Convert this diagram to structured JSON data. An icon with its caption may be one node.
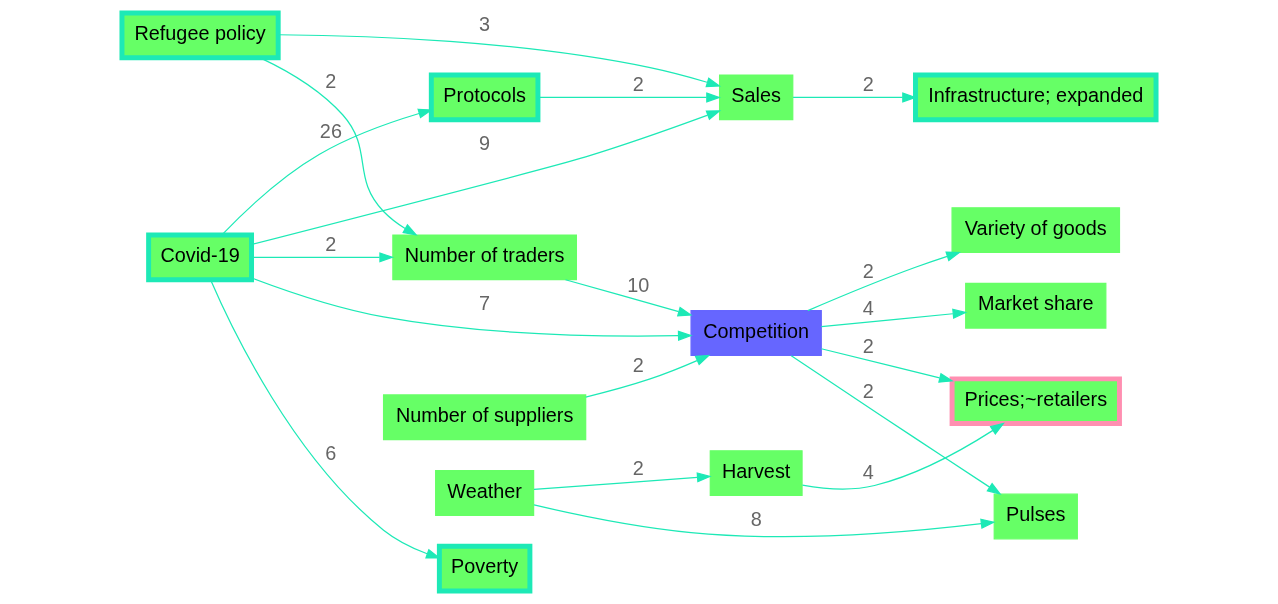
{
  "diagram": {
    "nodes": [
      {
        "text": [
          "Refugee policy"
        ]
      },
      {
        "text": [
          "Sales"
        ]
      },
      {
        "text": [
          "Infrastructure; expanded"
        ]
      },
      {
        "text": [
          "Protocols"
        ]
      },
      {
        "text": [
          "Covid-19"
        ]
      },
      {
        "text": [
          "Number of traders"
        ]
      },
      {
        "text": [
          "Variety of goods"
        ]
      },
      {
        "text": [
          "Number of suppliers"
        ]
      },
      {
        "text": [
          "Competition"
        ]
      },
      {
        "text": [
          "Market share"
        ]
      },
      {
        "text": [
          "Poverty"
        ]
      },
      {
        "text": [
          "Prices;~retailers"
        ]
      },
      {
        "text": [
          "Harvest"
        ]
      },
      {
        "text": [
          "Weather"
        ]
      },
      {
        "text": [
          "Pulses"
        ]
      }
    ],
    "edges": [
      {
        "from": 0,
        "to": 1,
        "arrow": "to",
        "label": "3"
      },
      {
        "from": 4,
        "to": 1,
        "arrow": "to",
        "label": "9"
      },
      {
        "from": 1,
        "to": 2,
        "arrow": "to",
        "label": "2"
      },
      {
        "from": 3,
        "to": 1,
        "arrow": "to",
        "label": "2"
      },
      {
        "from": 0,
        "to": 5,
        "arrow": "to",
        "label": "2"
      },
      {
        "from": 4,
        "to": 3,
        "arrow": "to",
        "label": "26"
      },
      {
        "from": 4,
        "to": 5,
        "arrow": "to",
        "label": "2"
      },
      {
        "from": 5,
        "to": 8,
        "arrow": "to",
        "label": "10"
      },
      {
        "from": 7,
        "to": 8,
        "arrow": "to",
        "label": "2"
      },
      {
        "from": 4,
        "to": 10,
        "arrow": "to",
        "label": "6"
      },
      {
        "from": 4,
        "to": 8,
        "arrow": "to",
        "label": "7"
      },
      {
        "from": 8,
        "to": 6,
        "arrow": "to",
        "label": "2"
      },
      {
        "from": 8,
        "to": 9,
        "arrow": "to",
        "label": "4"
      },
      {
        "from": 8,
        "to": 11,
        "arrow": "to",
        "label": "2"
      },
      {
        "from": 8,
        "to": 14,
        "arrow": "to",
        "label": "2"
      },
      {
        "from": 12,
        "to": 11,
        "arrow": "to",
        "label": "4"
      },
      {
        "from": 13,
        "to": 12,
        "arrow": "to",
        "label": "2"
      },
      {
        "from": 13,
        "to": 14,
        "arrow": "to",
        "label": "8"
      }
    ]
  }
}
